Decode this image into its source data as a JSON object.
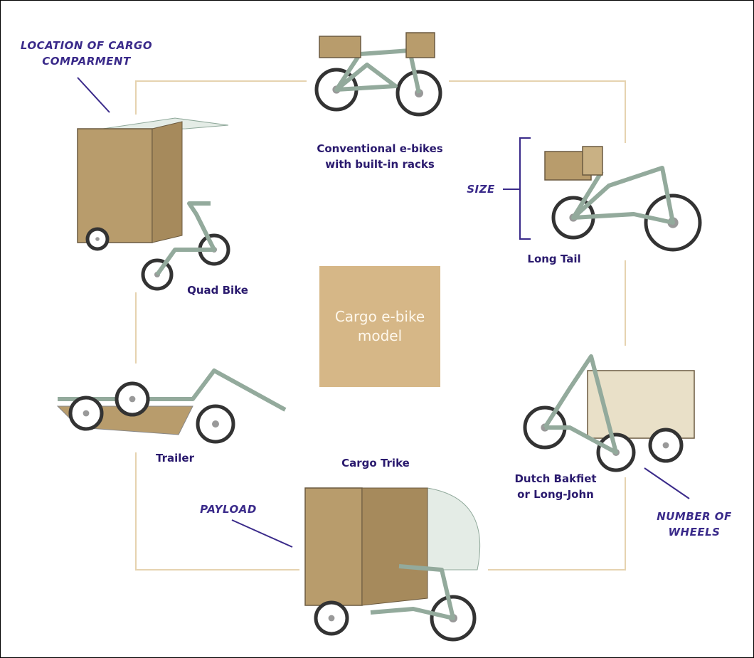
{
  "center": {
    "line1": "Cargo e-bike",
    "line2": "model"
  },
  "models": [
    {
      "id": "conventional",
      "label1": "Conventional e-bikes",
      "label2": "with built-in racks"
    },
    {
      "id": "long-tail",
      "label1": "Long Tail"
    },
    {
      "id": "dutch",
      "label1": "Dutch Bakfiet",
      "label2": "or Long-John"
    },
    {
      "id": "trike",
      "label1": "Cargo Trike"
    },
    {
      "id": "trailer",
      "label1": "Trailer"
    },
    {
      "id": "quad",
      "label1": "Quad Bike"
    }
  ],
  "annotations": {
    "location": {
      "line1": "LOCATION OF CARGO",
      "line2": "COMPARMENT"
    },
    "size": "SIZE",
    "payload": "PAYLOAD",
    "wheels": {
      "line1": "NUMBER OF",
      "line2": "WHEELS"
    }
  },
  "colors": {
    "frame_line": "#e6d3b0",
    "center_box": "#d6b787",
    "label": "#2a1a6e",
    "annotation": "#3a2a8a",
    "bike_frame": "#93aa9c",
    "cargo": "#b89c6c",
    "wheel": "#333333"
  }
}
